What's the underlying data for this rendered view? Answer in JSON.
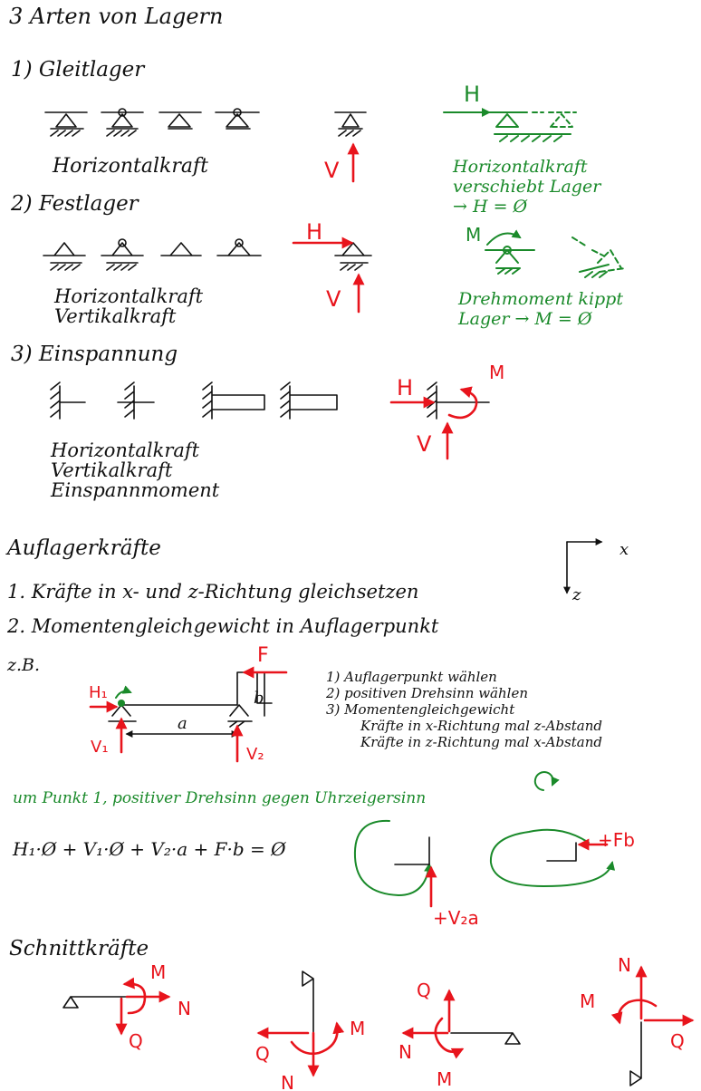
{
  "heading": "3 Arten von Lagern",
  "section1": {
    "title": "1)  Gleitlager",
    "caption": "Horizontalkraft",
    "force_v": "V",
    "force_h": "H",
    "note_line1": "Horizontalkraft",
    "note_line2": "verschiebt Lager",
    "note_line3": "→ H = Ø"
  },
  "section2": {
    "title": "2)  Festlager",
    "caption_line1": "Horizontalkraft",
    "caption_line2": "Vertikalkraft",
    "force_h": "H",
    "force_v": "V",
    "moment": "M",
    "note_line1": "Drehmoment kippt",
    "note_line2": "Lager → M = Ø"
  },
  "section3": {
    "title": "3)  Einspannung",
    "caption_line1": "Horizontalkraft",
    "caption_line2": "Vertikalkraft",
    "caption_line3": "Einspannmoment",
    "force_h": "H",
    "force_v": "V",
    "moment": "M"
  },
  "auflager": {
    "title": "Auflagerkräfte",
    "step1": "1. Kräfte in x- und z-Richtung gleichsetzen",
    "step2": "2. Momentengleichgewicht in Auflagerpunkt",
    "axis_x": "x",
    "axis_z": "z",
    "example": "z.B.",
    "label_H1": "H₁",
    "label_V1": "V₁",
    "label_V2": "V₂",
    "label_F": "F",
    "label_a": "a",
    "label_b": "b",
    "list1": "1) Auflagerpunkt wählen",
    "list2": "2) positiven Drehsinn wählen",
    "list3": "3) Momentengleichgewicht",
    "list3a": "Kräfte in x-Richtung mal z-Abstand",
    "list3b": "Kräfte in z-Richtung mal x-Abstand",
    "green_note": "um Punkt 1, positiver Drehsinn gegen Uhrzeigersinn",
    "equation": "H₁·Ø + V₁·Ø + V₂·a + F·b = Ø",
    "label_V2a": "+V₂a",
    "label_Fb": "+Fb"
  },
  "schnitt": {
    "title": "Schnittkräfte",
    "M": "M",
    "N": "N",
    "Q": "Q"
  }
}
